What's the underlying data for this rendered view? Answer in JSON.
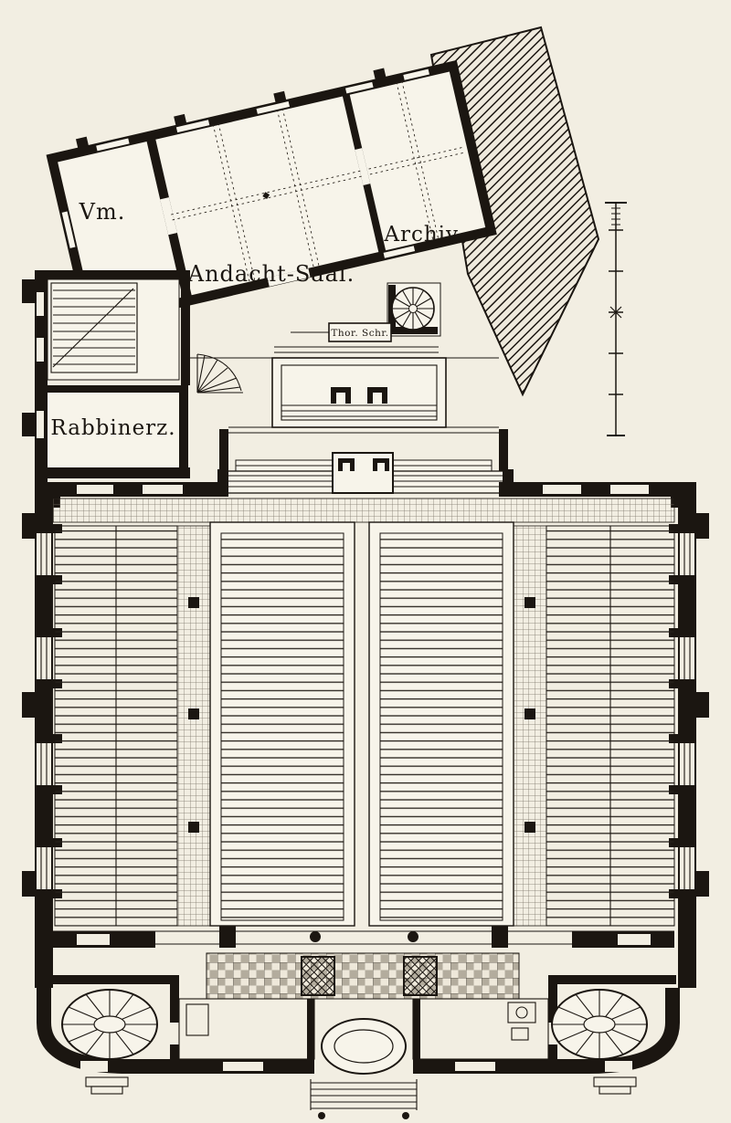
{
  "page": {
    "paper": "#f2eee2",
    "ink": "#1b1611",
    "shade": "#a9a294"
  },
  "plan": {
    "type": "architectural-floor-plan",
    "rooms": [
      {
        "id": "vorraum",
        "label": "Vm."
      },
      {
        "id": "andacht_saal",
        "label": "Andacht-Saal."
      },
      {
        "id": "archiv",
        "label": "Archiv."
      },
      {
        "id": "rabbinerzimmer",
        "label": "Rabbinerz."
      },
      {
        "id": "thora_schrein",
        "label": "Thor. Schr."
      }
    ]
  }
}
